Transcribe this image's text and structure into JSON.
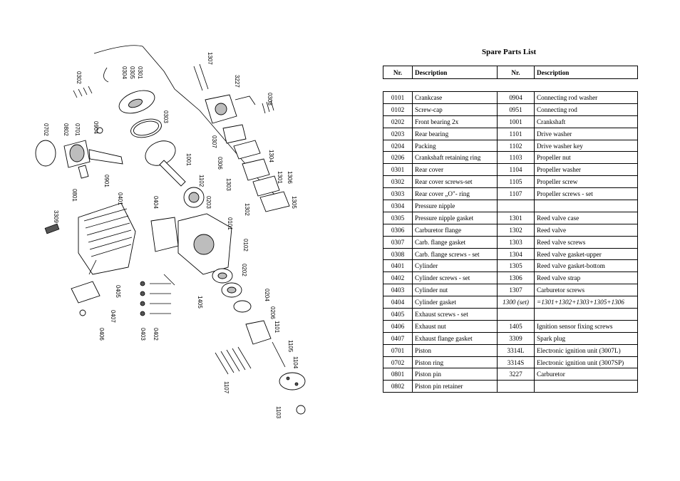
{
  "title": "Spare Parts List",
  "header": {
    "nr": "Nr.",
    "description": "Description",
    "nr2": "Nr.",
    "description2": "Description"
  },
  "rows": [
    {
      "nr": "0101",
      "desc": "Crankcase",
      "nr2": "0904",
      "desc2": "Connecting rod washer"
    },
    {
      "nr": "0102",
      "desc": "Screw-cap",
      "nr2": "0951",
      "desc2": "Connecting rod"
    },
    {
      "nr": "0202",
      "desc": "Front bearing 2x",
      "nr2": "1001",
      "desc2": "Crankshaft"
    },
    {
      "nr": "0203",
      "desc": "Rear bearing",
      "nr2": "1101",
      "desc2": "Drive washer"
    },
    {
      "nr": "0204",
      "desc": "Packing",
      "nr2": "1102",
      "desc2": "Drive washer key"
    },
    {
      "nr": "0206",
      "desc": "Crankshaft retaining ring",
      "nr2": "1103",
      "desc2": "Propeller nut"
    },
    {
      "nr": "0301",
      "desc": "Rear cover",
      "nr2": "1104",
      "desc2": "Propeller washer"
    },
    {
      "nr": "0302",
      "desc": "Rear cover screws-set",
      "nr2": "1105",
      "desc2": "Propeller screw"
    },
    {
      "nr": "0303",
      "desc": "Rear cover „O\"- ring",
      "nr2": "1107",
      "desc2": "Propeller screws - set"
    },
    {
      "nr": "0304",
      "desc": "Pressure nipple",
      "nr2": "",
      "desc2": ""
    },
    {
      "nr": "0305",
      "desc": "Pressure nipple gasket",
      "nr2": "1301",
      "desc2": "Reed valve case"
    },
    {
      "nr": "0306",
      "desc": "Carburetor flange",
      "nr2": "1302",
      "desc2": "Reed valve"
    },
    {
      "nr": "0307",
      "desc": "Carb. flange gasket",
      "nr2": "1303",
      "desc2": "Reed valve screws"
    },
    {
      "nr": "0308",
      "desc": "Carb. flange screws - set",
      "nr2": "1304",
      "desc2": "Reed valve gasket-upper"
    },
    {
      "nr": "0401",
      "desc": "Cylinder",
      "nr2": "1305",
      "desc2": "Reed valve gasket-bottom"
    },
    {
      "nr": "0402",
      "desc": "Cylinder screws - set",
      "nr2": "1306",
      "desc2": "Reed valve strap"
    },
    {
      "nr": "0403",
      "desc": "Cylinder nut",
      "nr2": "1307",
      "desc2": "Carburetor screws"
    },
    {
      "nr": "0404",
      "desc": "Cylinder gasket",
      "nr2": "1300 (set)",
      "desc2": "=1301+1302+1303+1305+1306"
    },
    {
      "nr": "0405",
      "desc": "Exhaust screws - set",
      "nr2": "",
      "desc2": ""
    },
    {
      "nr": "0406",
      "desc": "Exhaust nut",
      "nr2": "1405",
      "desc2": "Ignition sensor fixing screws"
    },
    {
      "nr": "0407",
      "desc": "Exhaust flange gasket",
      "nr2": "3309",
      "desc2": "Spark plug"
    },
    {
      "nr": "0701",
      "desc": "Piston",
      "nr2": "3314L",
      "desc2": "Electronic ignition unit (3007L)"
    },
    {
      "nr": "0702",
      "desc": "Piston ring",
      "nr2": "3314S",
      "desc2": "Electronic ignition unit (3007SP)"
    },
    {
      "nr": "0801",
      "desc": "Piston pin",
      "nr2": "3227",
      "desc2": "Carburetor"
    },
    {
      "nr": "0802",
      "desc": "Piston pin retainer",
      "nr2": "",
      "desc2": ""
    }
  ],
  "diagram_labels": [
    "0302",
    "0304",
    "0305",
    "0301",
    "1307",
    "3227",
    "0308",
    "0303",
    "0904",
    "0702",
    "0802",
    "0701",
    "0801",
    "0901",
    "1001",
    "1102",
    "0203",
    "0307",
    "0306",
    "1304",
    "1303",
    "1301",
    "1306",
    "1302",
    "1305",
    "0101",
    "0102",
    "0202",
    "0204",
    "0206",
    "1101",
    "1105",
    "1104",
    "1107",
    "1103",
    "3309",
    "0401",
    "0404",
    "0405",
    "0407",
    "0406",
    "0403",
    "0402",
    "1405"
  ]
}
